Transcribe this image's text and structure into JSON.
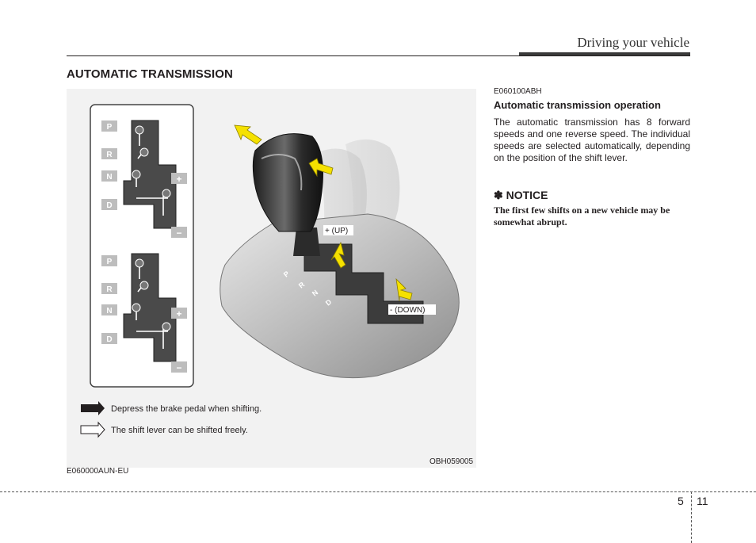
{
  "header": {
    "title": "Driving your vehicle"
  },
  "section": {
    "title": "AUTOMATIC TRANSMISSION"
  },
  "figure": {
    "gate_labels_top": [
      "P",
      "R",
      "N",
      "D"
    ],
    "gate_labels_bottom": [
      "P",
      "R",
      "N",
      "D"
    ],
    "plus_sign": "+",
    "minus_sign": "−",
    "lever_labels": [
      "P",
      "R",
      "N",
      "D"
    ],
    "up_label": "+ (UP)",
    "down_label": "- (DOWN)",
    "legend": [
      {
        "text": "Depress the brake pedal when shifting."
      },
      {
        "text": "The shift lever can be shifted freely."
      }
    ],
    "code": "OBH059005"
  },
  "left_code": "E060000AUN-EU",
  "right": {
    "code": "E060100ABH",
    "subtitle": "Automatic transmission operation",
    "body": "The automatic transmission has 8 forward speeds and one reverse speed. The individual speeds are selected automatically, depending on the position of the shift lever.",
    "notice_title": "✽ NOTICE",
    "notice_body": "The first few shifts on a new vehicle may be somewhat abrupt."
  },
  "footer": {
    "chapter": "5",
    "page": "11"
  },
  "colors": {
    "arrow_yellow": "#f5e100",
    "panel_grey": "#f2f2f2",
    "gate_dark": "#4a4a4a"
  }
}
